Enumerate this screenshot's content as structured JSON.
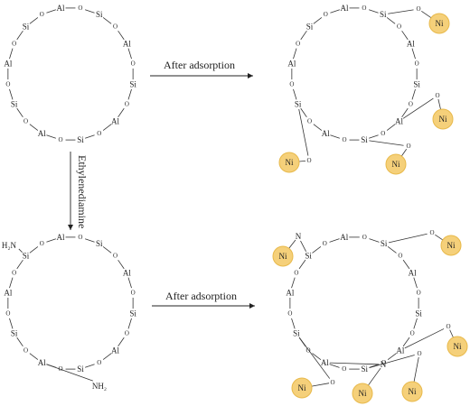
{
  "labels": {
    "after_adsorption_top": "After adsorption",
    "after_adsorption_bottom": "After adsorption",
    "ethylenediamine": "Ethylenediamine"
  },
  "atoms": {
    "al": "Al",
    "si": "Si",
    "o": "O",
    "ni": "Ni",
    "n": "N",
    "h2n": "H₂N",
    "nh2": "NH₂"
  },
  "colors": {
    "ni_fill": "#f5d07a",
    "ni_stroke": "#e8b94a",
    "bond": "#333333"
  }
}
